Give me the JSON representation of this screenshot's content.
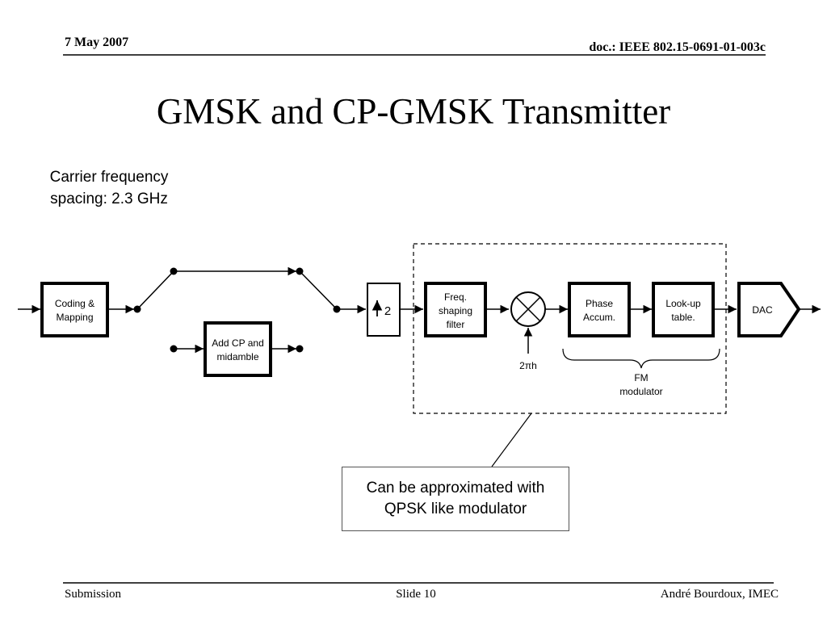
{
  "header": {
    "date": "7 May 2007",
    "doc_id": "doc.: IEEE 802.15-0691-01-003c"
  },
  "title": "GMSK and CP-GMSK Transmitter",
  "carrier_note": {
    "line1": "Carrier frequency",
    "line2": "spacing: 2.3 GHz"
  },
  "diagram": {
    "blocks": {
      "coding": [
        "Coding &",
        "Mapping"
      ],
      "add_cp": [
        "Add CP and",
        "midamble"
      ],
      "upsample": "2",
      "freq_filter": [
        "Freq.",
        "shaping",
        "filter"
      ],
      "phase_accum": [
        "Phase",
        "Accum."
      ],
      "lookup": [
        "Look-up",
        "table."
      ],
      "dac": "DAC"
    },
    "mixer_input": "2πh",
    "fm_label": [
      "FM",
      "modulator"
    ]
  },
  "callout": {
    "line1": "Can be approximated with",
    "line2": "QPSK like modulator"
  },
  "footer": {
    "left": "Submission",
    "slide": "Slide 10",
    "author": "André Bourdoux, IMEC"
  }
}
